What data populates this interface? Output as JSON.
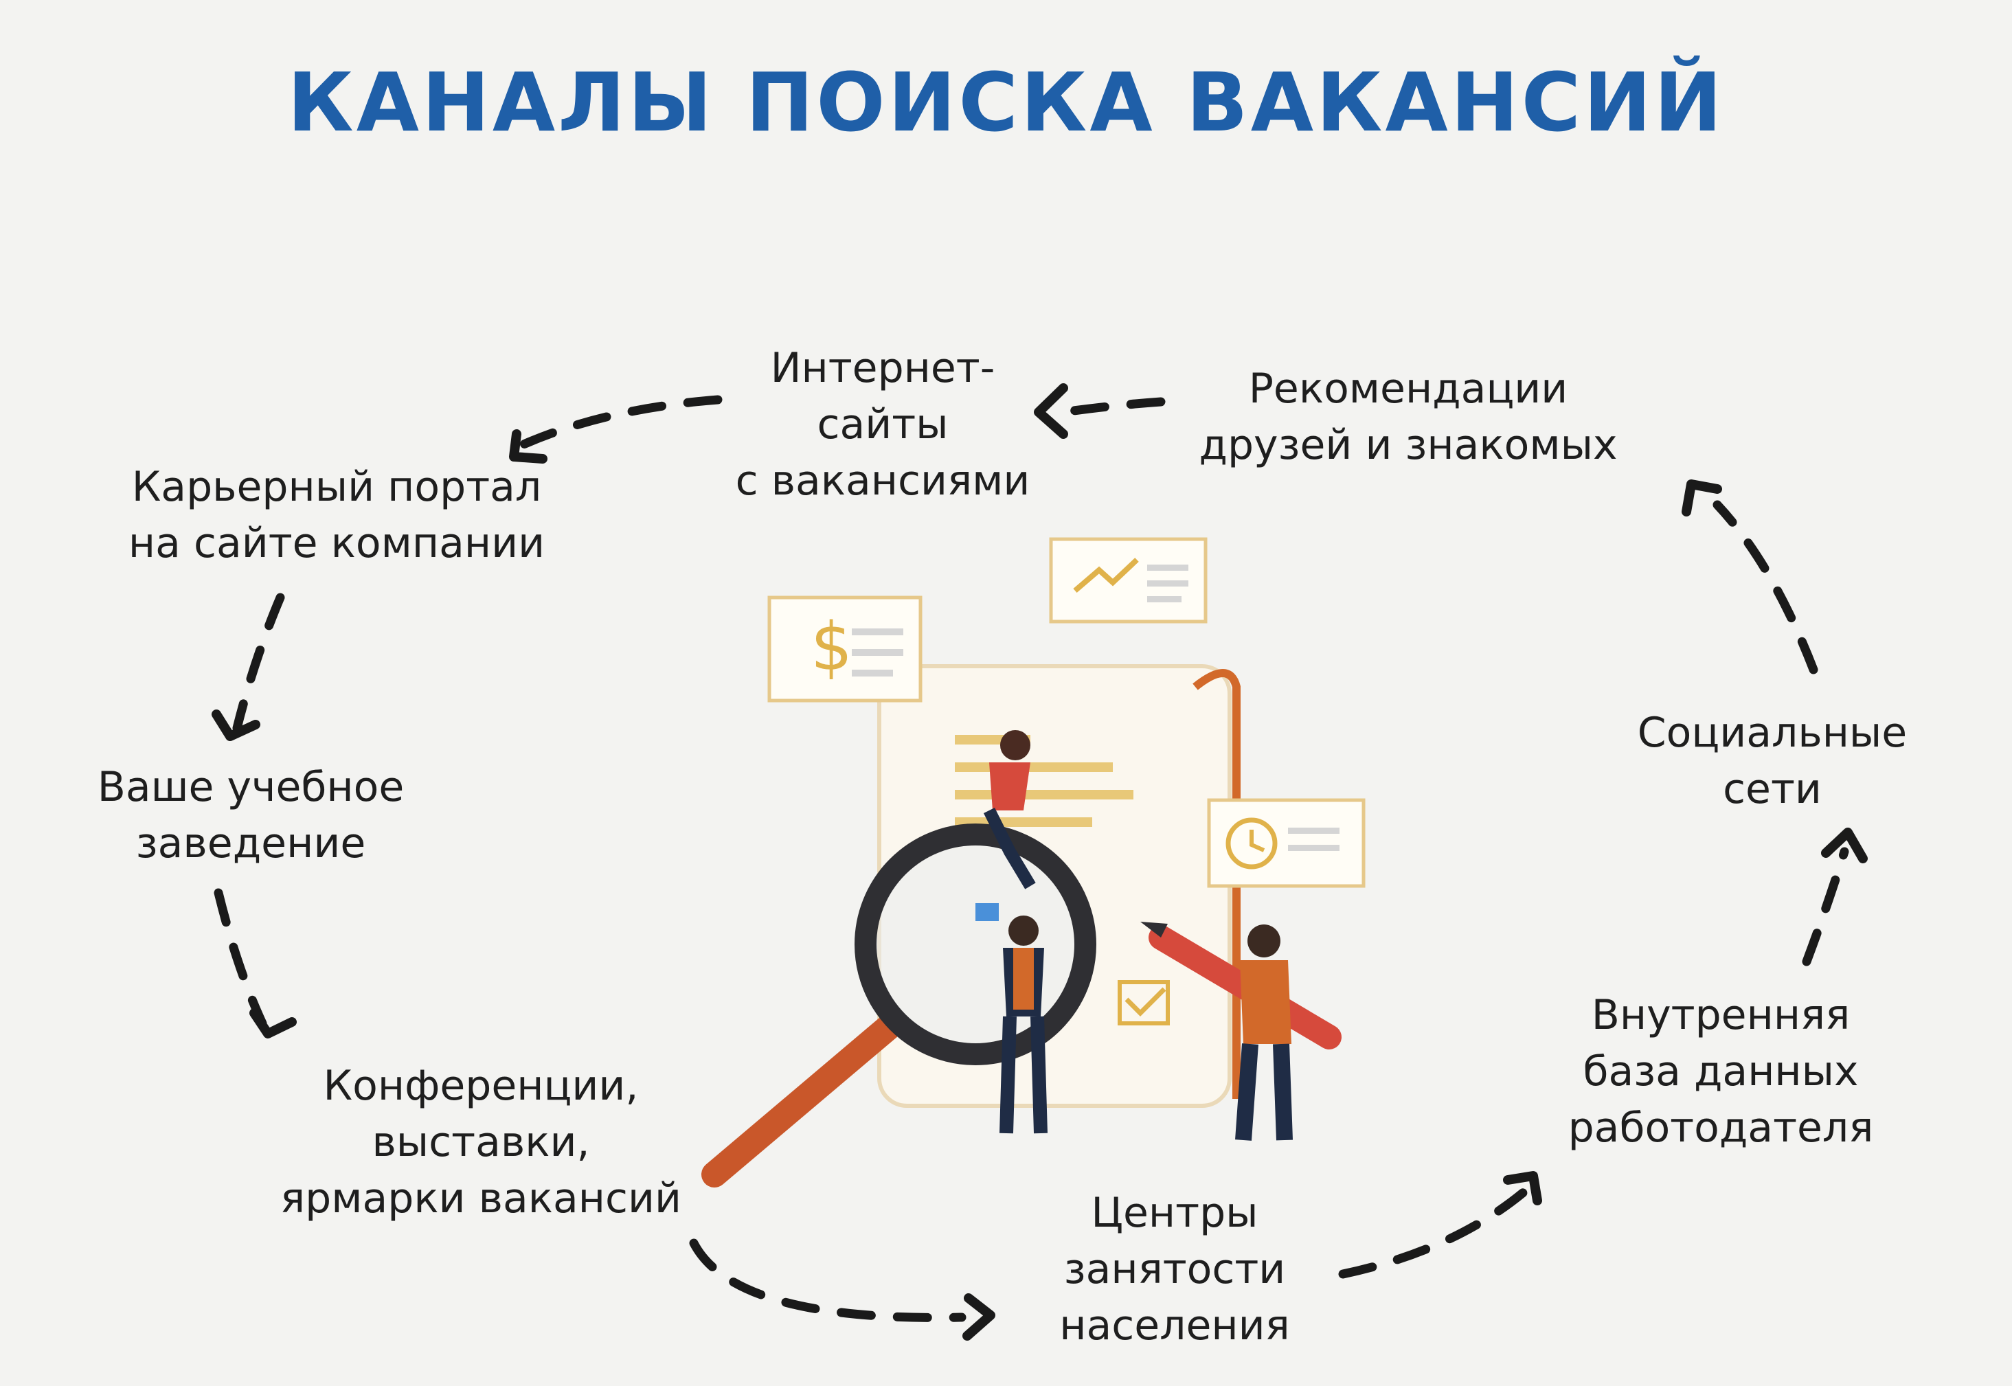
{
  "title": "КАНАЛЫ ПОИСКА ВАКАНСИЙ",
  "nodes": {
    "internet_sites": "Интернет-\nсайты\nс вакансиями",
    "recommendations": "Рекомендации\nдрузей и знакомых",
    "career_portal": "Карьерный портал\nна сайте компании",
    "education": "Ваше учебное\nзаведение",
    "conferences": "Конференции,\nвыставки,\nярмарки вакансий",
    "employment_centers": "Центры\nзанятости\nнаселения",
    "internal_database": "Внутренняя\nбаза данных\nработодателя",
    "social_networks": "Социальные\nсети"
  },
  "colors": {
    "title": "#1f5fa8",
    "arrow": "#1a1a1a",
    "accent_orange": "#d2692a",
    "accent_gold": "#e0b24a",
    "figure_red": "#d64a3c",
    "figure_navy": "#1f2c45",
    "lens_ring": "#2f2f33"
  },
  "illustration": {
    "icons": [
      "dollar-card-icon",
      "chart-card-icon",
      "clock-card-icon",
      "check-card-icon",
      "magnifier-icon",
      "pencil-icon",
      "person-icon"
    ]
  }
}
